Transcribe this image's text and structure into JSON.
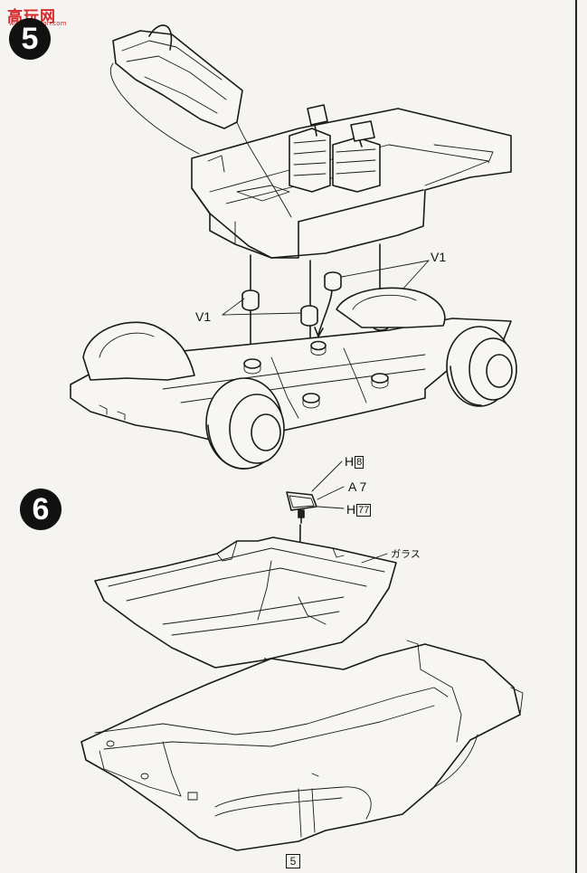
{
  "watermark": {
    "brand_text": "高玩网",
    "url_text": "www.gaowan.com"
  },
  "steps": [
    {
      "number": "5",
      "labels": {
        "v1_right": "V1",
        "v1_left": "V1"
      }
    },
    {
      "number": "6",
      "labels": {
        "part_h_prefix_1": "H",
        "part_h_box_1": "8",
        "part_a": "A 7",
        "part_h_prefix_2": "H",
        "part_h_box_2": "77",
        "glass": "ガラス"
      }
    }
  ],
  "page_number": "5",
  "colors": {
    "ink": "#1a1a1a",
    "paper": "#f5f4f1",
    "watermark": "#d9262a"
  }
}
